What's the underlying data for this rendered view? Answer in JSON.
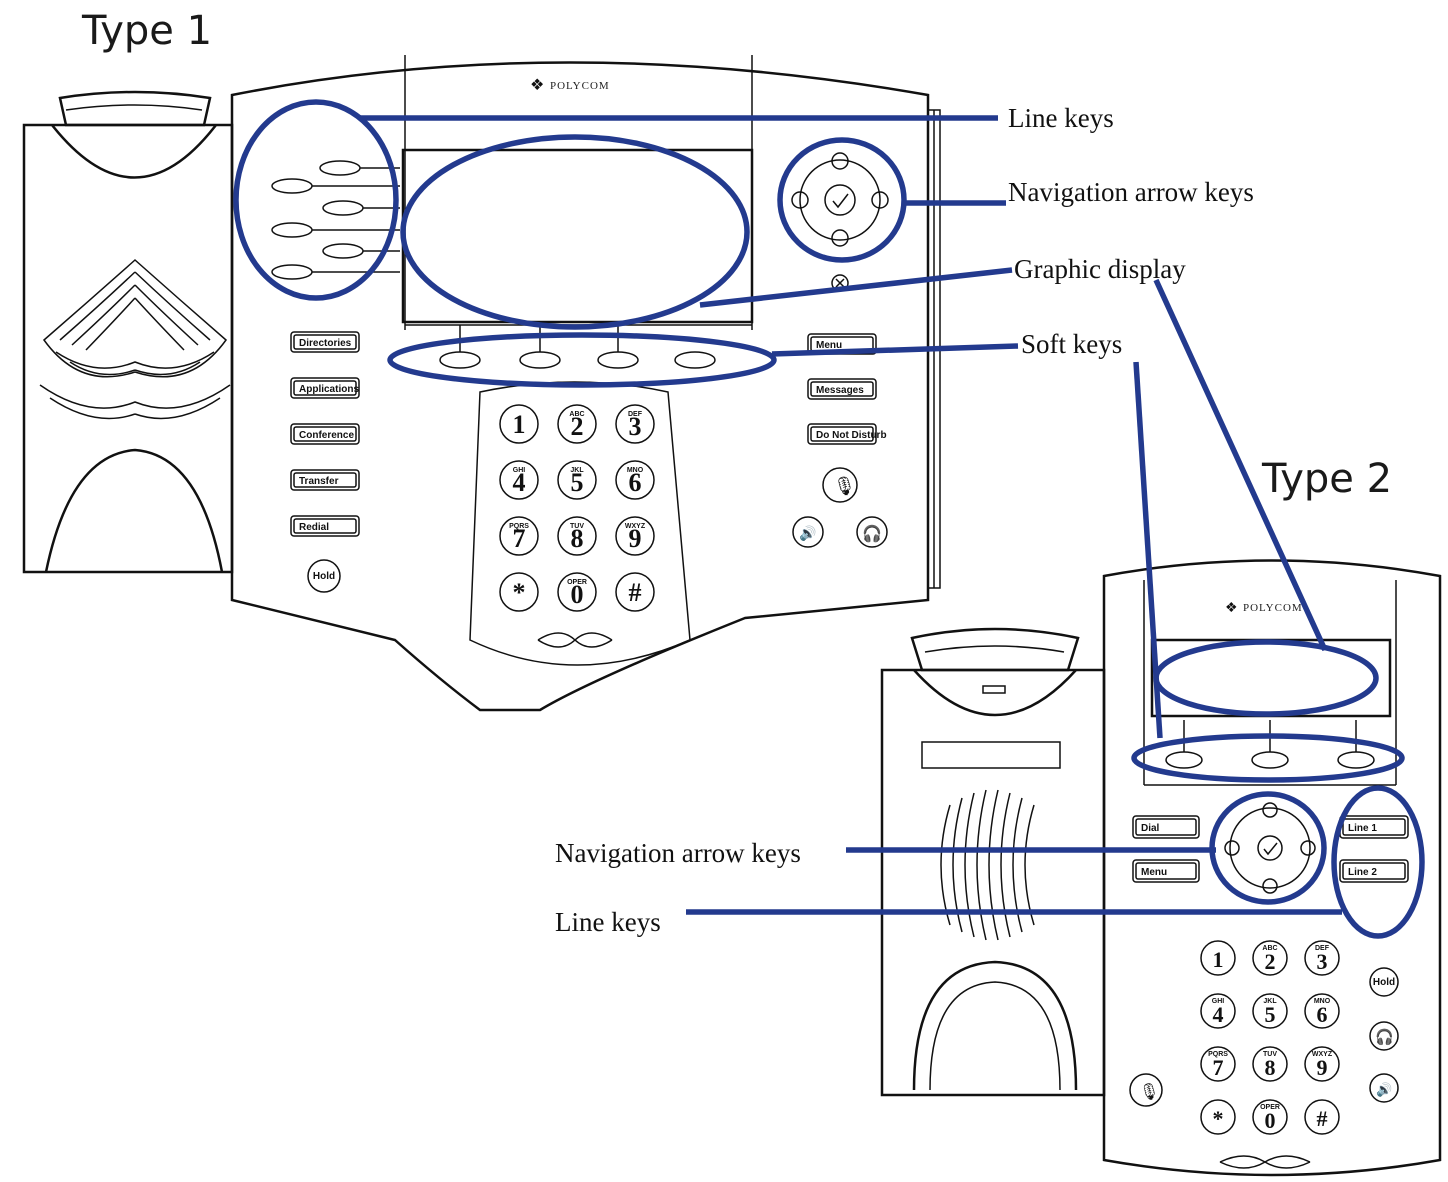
{
  "titles": {
    "type1": "Type 1",
    "type2": "Type 2"
  },
  "brand": "POLYCOM",
  "colors": {
    "callout": "#233a8e",
    "line": "#111111",
    "background": "#ffffff"
  },
  "type1": {
    "callouts": {
      "line_keys": "Line keys",
      "navigation": "Navigation arrow keys",
      "display": "Graphic display",
      "soft_keys": "Soft keys"
    },
    "left_buttons": [
      "Directories",
      "Applications",
      "Conference",
      "Transfer",
      "Redial"
    ],
    "hold": "Hold",
    "right_buttons": [
      "Menu",
      "Messages",
      "Do Not Disturb"
    ],
    "keypad": [
      {
        "digit": "1",
        "letters": ""
      },
      {
        "digit": "2",
        "letters": "ABC"
      },
      {
        "digit": "3",
        "letters": "DEF"
      },
      {
        "digit": "4",
        "letters": "GHI"
      },
      {
        "digit": "5",
        "letters": "JKL"
      },
      {
        "digit": "6",
        "letters": "MNO"
      },
      {
        "digit": "7",
        "letters": "PQRS"
      },
      {
        "digit": "8",
        "letters": "TUV"
      },
      {
        "digit": "9",
        "letters": "WXYZ"
      },
      {
        "digit": "*",
        "letters": ""
      },
      {
        "digit": "0",
        "letters": "OPER"
      },
      {
        "digit": "#",
        "letters": ""
      }
    ]
  },
  "type2": {
    "callouts": {
      "navigation": "Navigation arrow keys",
      "line_keys": "Line keys"
    },
    "left_buttons": [
      "Dial",
      "Menu"
    ],
    "line_buttons": [
      "Line 1",
      "Line 2"
    ],
    "hold": "Hold",
    "keypad": [
      {
        "digit": "1",
        "letters": ""
      },
      {
        "digit": "2",
        "letters": "ABC"
      },
      {
        "digit": "3",
        "letters": "DEF"
      },
      {
        "digit": "4",
        "letters": "GHI"
      },
      {
        "digit": "5",
        "letters": "JKL"
      },
      {
        "digit": "6",
        "letters": "MNO"
      },
      {
        "digit": "7",
        "letters": "PQRS"
      },
      {
        "digit": "8",
        "letters": "TUV"
      },
      {
        "digit": "9",
        "letters": "WXYZ"
      },
      {
        "digit": "*",
        "letters": ""
      },
      {
        "digit": "0",
        "letters": "OPER"
      },
      {
        "digit": "#",
        "letters": ""
      }
    ]
  }
}
